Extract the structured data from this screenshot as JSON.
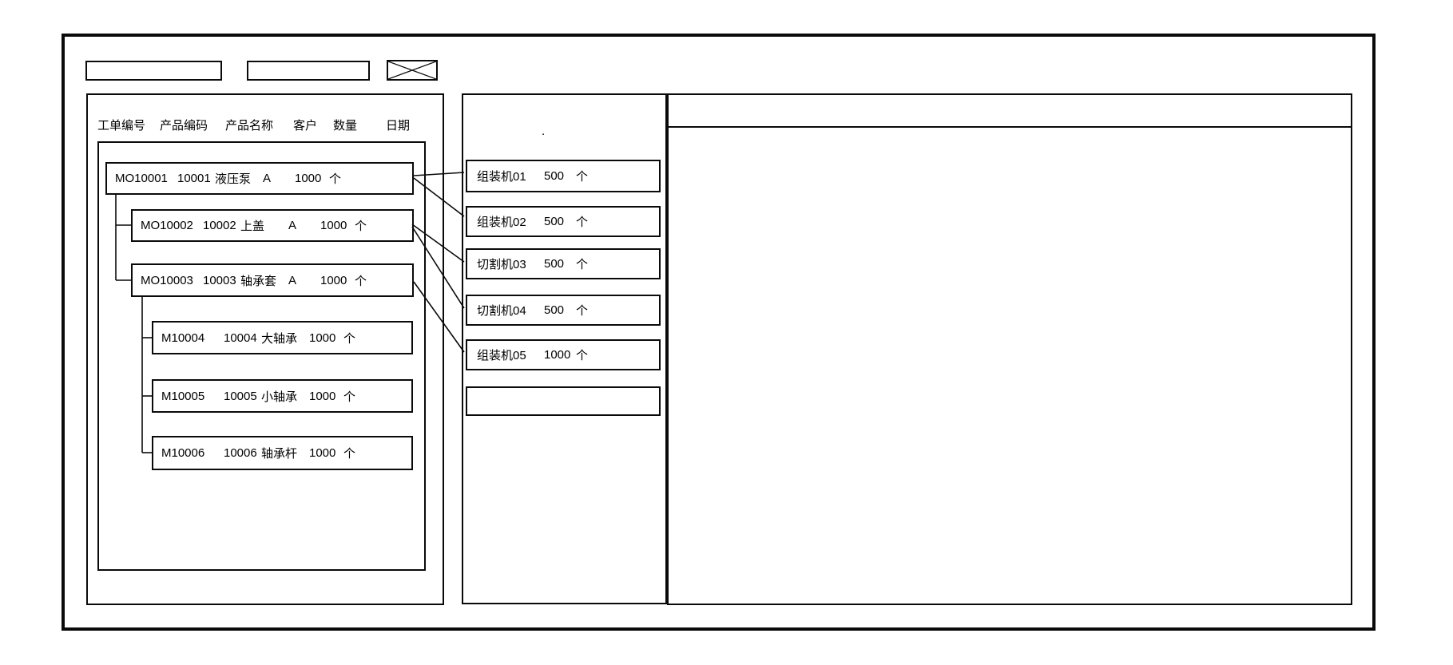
{
  "toolbar": {
    "field1_value": "",
    "field2_value": ""
  },
  "work_order_panel": {
    "columns": [
      "工单编号",
      "产品编码",
      "产品名称",
      "客户",
      "数量",
      "日期"
    ],
    "nodes": [
      {
        "order": "MO10001",
        "code": "10001",
        "name": "液压泵",
        "customer": "A",
        "qty": "1000",
        "unit": "个"
      },
      {
        "order": "MO10002",
        "code": "10002",
        "name": "上盖",
        "customer": "A",
        "qty": "1000",
        "unit": "个"
      },
      {
        "order": "MO10003",
        "code": "10003",
        "name": "轴承套",
        "customer": "A",
        "qty": "1000",
        "unit": "个"
      },
      {
        "order": "M10004",
        "code": "10004",
        "name": "大轴承",
        "customer": "",
        "qty": "1000",
        "unit": "个"
      },
      {
        "order": "M10005",
        "code": "10005",
        "name": "小轴承",
        "customer": "",
        "qty": "1000",
        "unit": "个"
      },
      {
        "order": "M10006",
        "code": "10006",
        "name": "轴承杆",
        "customer": "",
        "qty": "1000",
        "unit": "个"
      }
    ]
  },
  "machine_panel": {
    "dot_mark": ".",
    "machines": [
      {
        "name": "组装机01",
        "qty": "500",
        "unit": "个"
      },
      {
        "name": "组装机02",
        "qty": "500",
        "unit": "个"
      },
      {
        "name": "切割机03",
        "qty": "500",
        "unit": "个"
      },
      {
        "name": "切割机04",
        "qty": "500",
        "unit": "个"
      },
      {
        "name": "组装机05",
        "qty": "1000",
        "unit": "个"
      },
      {
        "name": "",
        "qty": "",
        "unit": ""
      }
    ]
  },
  "colors": {
    "line": "#0a0a0a",
    "background": "#ffffff"
  }
}
